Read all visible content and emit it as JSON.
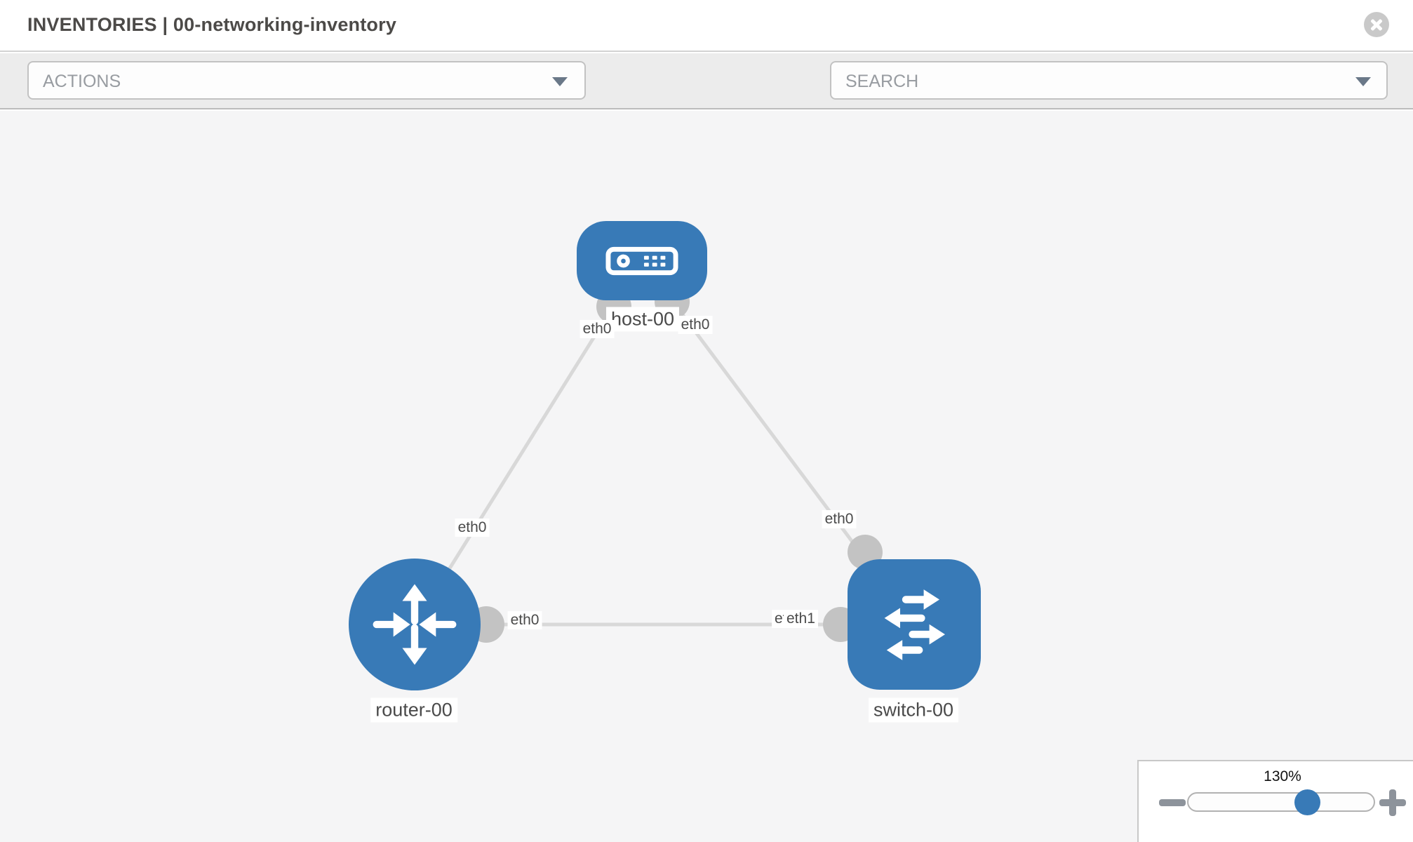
{
  "header": {
    "title": "INVENTORIES | 00-networking-inventory"
  },
  "toolbar": {
    "actions_label": "ACTIONS",
    "search_placeholder": "SEARCH",
    "icon_names": [
      "wrench-icon",
      "key-icon"
    ]
  },
  "topology": {
    "nodes": [
      {
        "label": "host-00",
        "type": "host"
      },
      {
        "label": "router-00",
        "type": "router"
      },
      {
        "label": "switch-00",
        "type": "switch"
      }
    ],
    "links": [
      {
        "from": "host-00",
        "to": "router-00"
      },
      {
        "from": "host-00",
        "to": "switch-00"
      },
      {
        "from": "router-00",
        "to": "switch-00"
      }
    ],
    "interfaces": {
      "host_to_router": "eth0",
      "host_to_switch": "eth0",
      "router_to_host": "eth0",
      "switch_to_host": "eth0",
      "router_to_switch": "eth0",
      "switch_to_router_under": "eth0",
      "switch_to_router": "eth1"
    }
  },
  "zoom_control": {
    "level": "130%",
    "minus_icon": "minus-icon",
    "plus_icon": "plus-icon"
  },
  "icons": {
    "close": "close-icon",
    "actions_caret": "caret-down-icon",
    "search_caret": "caret-down-icon"
  },
  "colors": {
    "node_blue": "#387ab7",
    "port_gray": "#c3c3c3",
    "edge_gray": "#d8d8d8",
    "canvas_bg": "#f5f5f6",
    "toolbar_bg": "#ececec",
    "label_text": "#4a4a4a",
    "placeholder_text": "#989ca1",
    "icon_gray": "#7b838e",
    "slider_thumb_blue": "#387ab7"
  }
}
